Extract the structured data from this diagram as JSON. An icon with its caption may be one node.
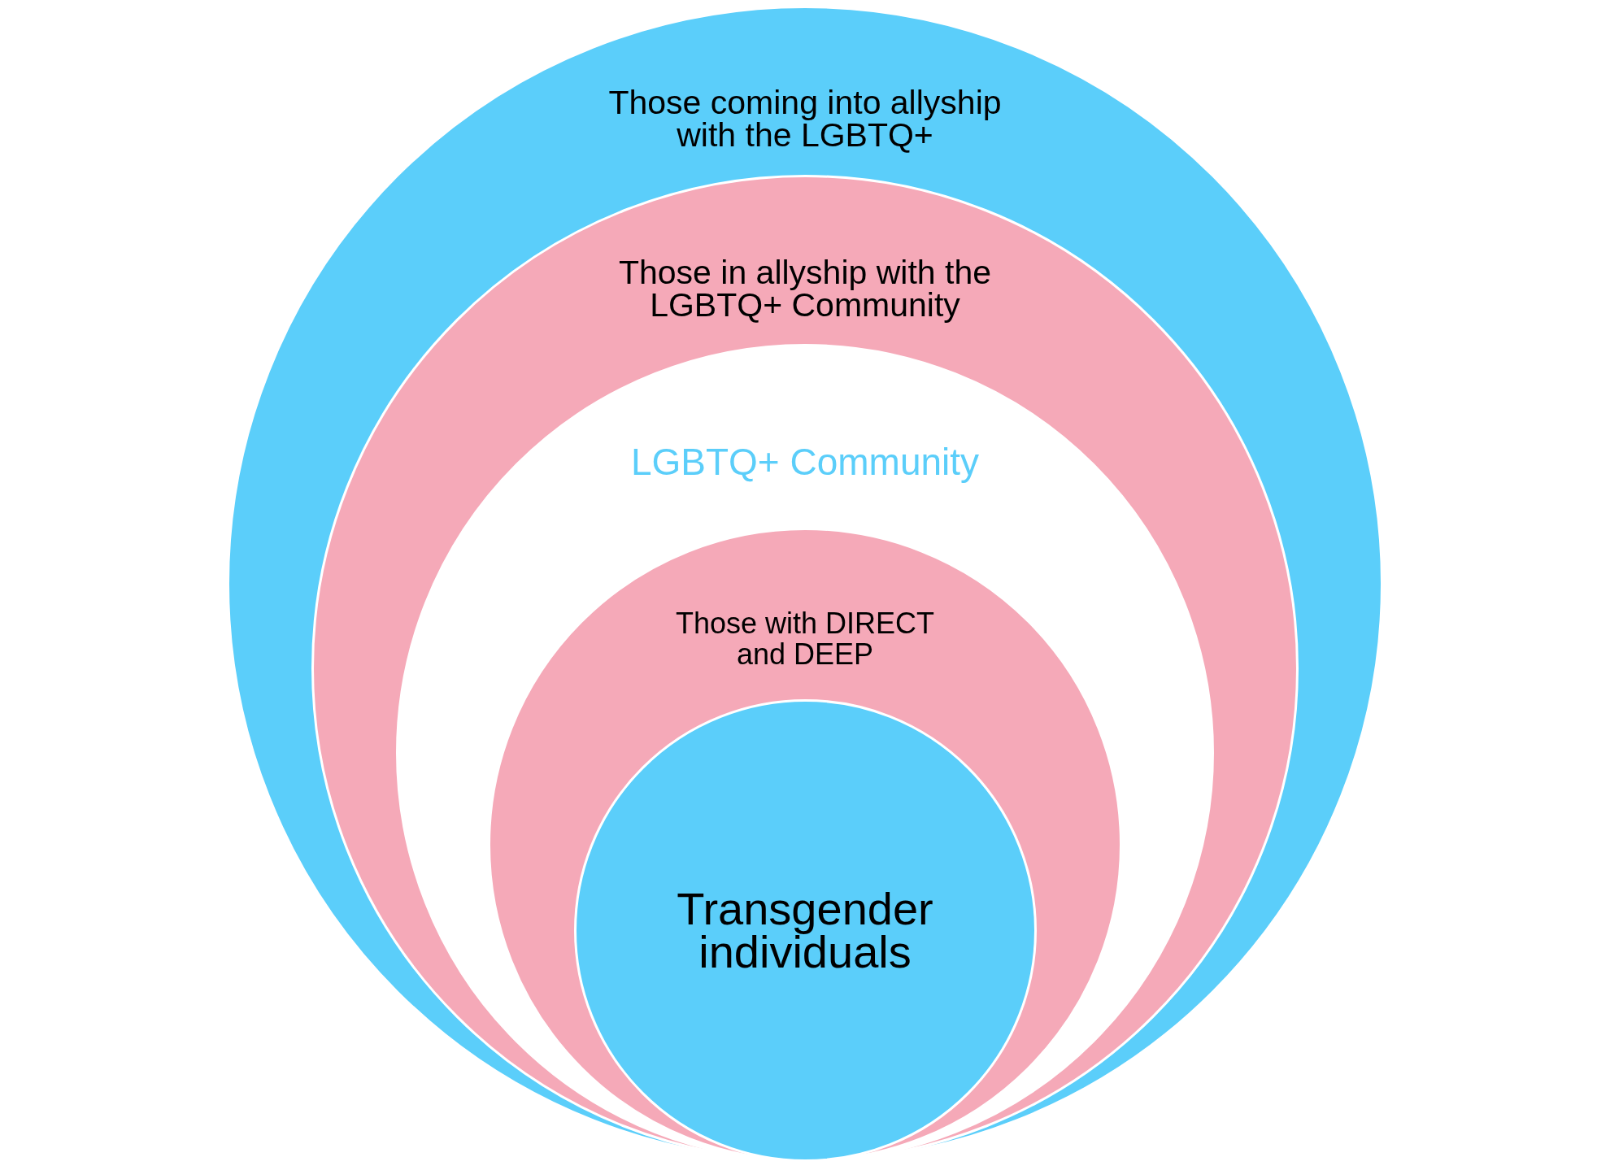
{
  "diagram": {
    "nodes": [
      {
        "text": [
          "Those coming into allyship with the LGBTQ+"
        ]
      },
      {
        "text": [
          "Those in allyship with the LGBTQ+ Community"
        ],
        "in": 0
      },
      {
        "text": [
          "LGBTQ+ Community"
        ],
        "in": 1
      },
      {
        "text": [
          "Those with DIRECT and DEEP"
        ],
        "in": 2
      },
      {
        "text": [
          "Transgender individuals"
        ],
        "in": 3
      }
    ]
  }
}
